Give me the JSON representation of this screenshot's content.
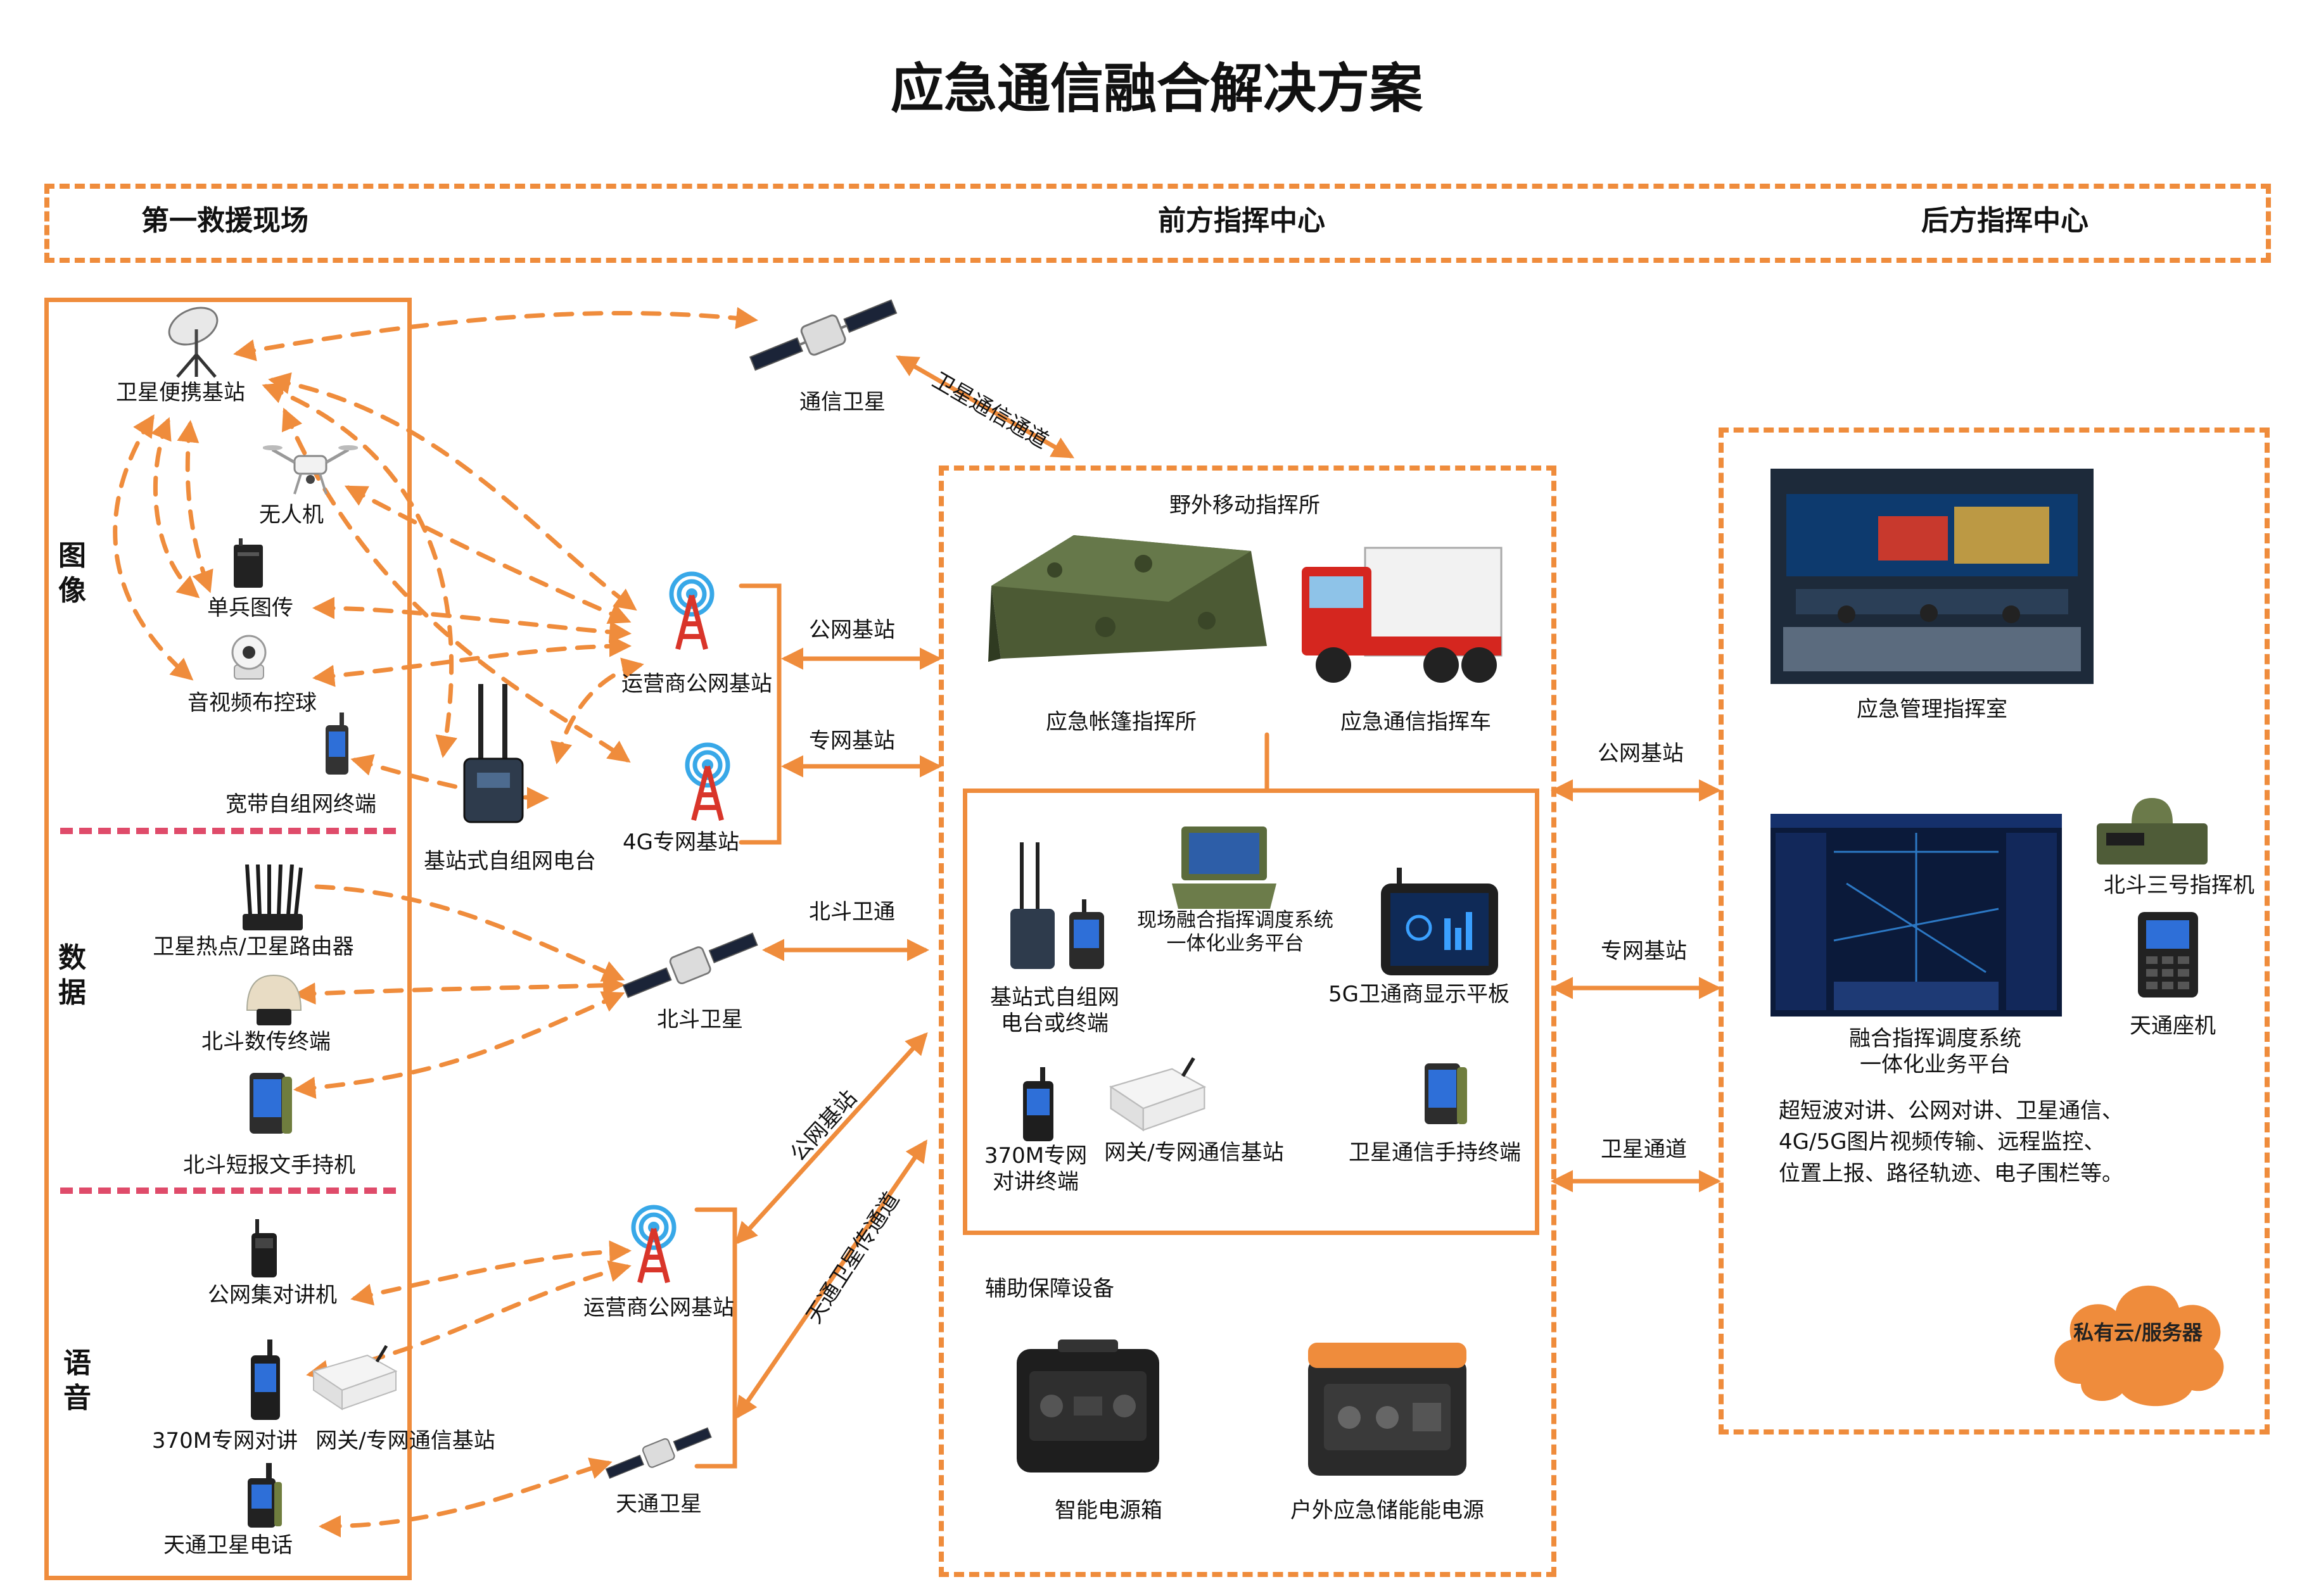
{
  "title": "应急通信融合解决方案",
  "headers": {
    "scene": "第一救援现场",
    "front": "前方指挥中心",
    "rear": "后方指挥中心"
  },
  "side": {
    "image": "图\n像",
    "data": "数\n据",
    "voice": "语\n音"
  },
  "scene": {
    "sat_portable": "卫星便携基站",
    "drone": "无人机",
    "single_image": "单兵图传",
    "av_ball": "音视频布控球",
    "broadband_terminal": "宽带自组网终端",
    "hotspot": "卫星热点/卫星路由器",
    "beidou_data": "北斗数传终端",
    "beidou_sms": "北斗短报文手持机",
    "intercom": "公网集对讲机",
    "m370": "370M专网对讲",
    "gateway": "网关/专网通信基站",
    "tiantong_phone": "天通卫星电话"
  },
  "middle": {
    "comm_sat": "通信卫星",
    "sat_channel": "卫星通信通道",
    "operator_bs1": "运营商公网基站",
    "g4_bs": "4G专网基站",
    "mesh_radio": "基站式自组网电台",
    "public_bs": "公网基站",
    "private_bs": "专网基站",
    "beidou_channel": "北斗卫通",
    "beidou_sat": "北斗卫星",
    "public_bs2": "公网基站",
    "tiantong_channel": "天通卫星传通道",
    "operator_bs2": "运营商公网基站",
    "tiantong_sat": "天通卫星"
  },
  "front": {
    "field_title": "野外移动指挥所",
    "tent": "应急帐篷指挥所",
    "vehicle": "应急通信指挥车",
    "mesh_radio_terminal": "基站式自组网\n电台或终端",
    "platform": "现场融合指挥调度系统\n一体化业务平台",
    "tablet": "5G卫通商显示平板",
    "m370_terminal": "370M专网\n对讲终端",
    "gateway": "网关/专网通信基站",
    "sat_handheld": "卫星通信手持终端",
    "aux_title": "辅助保障设备",
    "power_box": "智能电源箱",
    "storage_power": "户外应急储能能电源"
  },
  "links": {
    "public_bs": "公网基站",
    "private_bs": "专网基站",
    "sat_channel": "卫星通道"
  },
  "rear": {
    "control_room": "应急管理指挥室",
    "fusion_platform": "融合指挥调度系统\n一体化业务平台",
    "beidou3": "北斗三号指挥机",
    "tiantong_seat": "天通座机",
    "description": "超短波对讲、公网对讲、卫星通信、\n4G/5G图片视频传输、远程监控、\n位置上报、路径轨迹、电子围栏等。",
    "cloud": "私有云/服务器"
  },
  "colors": {
    "accent": "#ef8c3c",
    "divider": "#df4b6a",
    "screen": "#0b1a3a"
  }
}
